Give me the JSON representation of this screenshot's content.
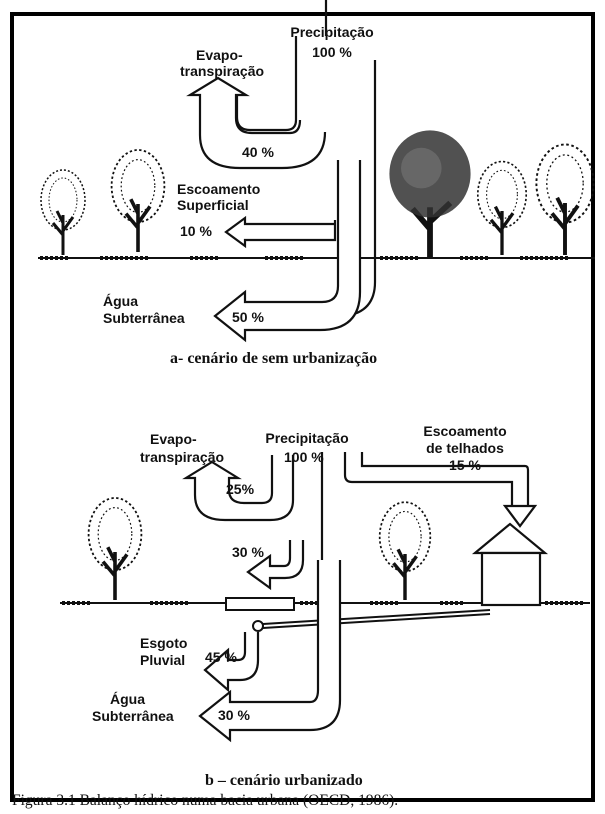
{
  "scenario_a": {
    "title": "a- cenário de sem urbanização",
    "precip_label": "Precipitação",
    "precip_value": "100 %",
    "evapo_label_1": "Evapo-",
    "evapo_label_2": "transpiração",
    "evapo_value": "40 %",
    "runoff_label_1": "Escoamento",
    "runoff_label_2": "Superficial",
    "runoff_value": "10 %",
    "ground_label_1": "Água",
    "ground_label_2": "Subterrânea",
    "ground_value": "50 %"
  },
  "scenario_b": {
    "title": "b – cenário urbanizado",
    "evapo_label_1": "Evapo-",
    "evapo_label_2": "transpiração",
    "evapo_value": "25%",
    "precip_label": "Precipitação",
    "precip_value": "100 %",
    "roof_label_1": "Escoamento",
    "roof_label_2": "de telhados",
    "roof_value": "15 %",
    "inflow_value": "30 %",
    "sewer_label_1": "Esgoto",
    "sewer_label_2": "Pluvial",
    "sewer_value": "45 %",
    "ground_label_1": "Água",
    "ground_label_2": "Subterrânea",
    "ground_value": "30 %"
  },
  "caption": "Figura 3.1 Balanço hídrico numa bacia urbana (OECD, 1986)."
}
